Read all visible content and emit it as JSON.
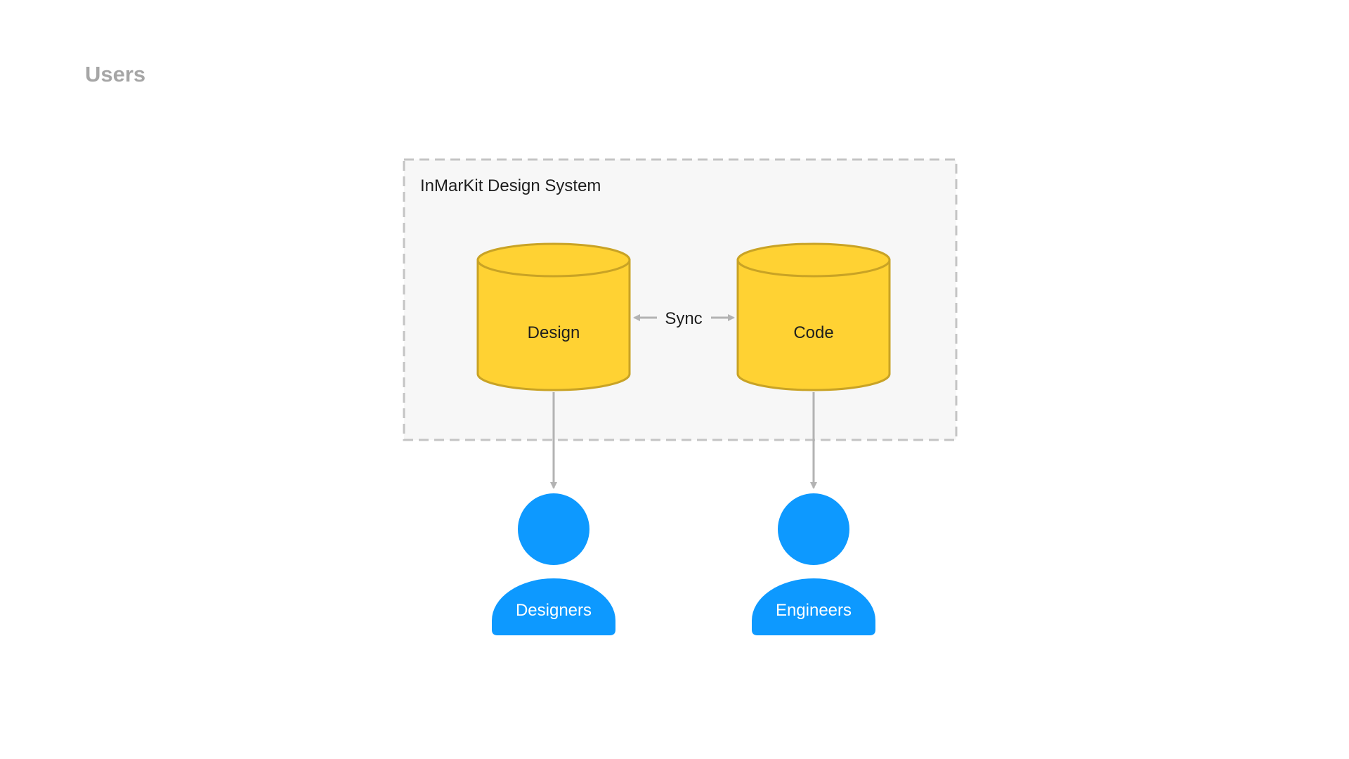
{
  "page": {
    "title": "Users"
  },
  "diagram": {
    "group_label": "InMarKit Design System",
    "nodes": {
      "design": "Design",
      "code": "Code",
      "designers": "Designers",
      "engineers": "Engineers"
    },
    "edges": {
      "sync_label": "Sync"
    }
  },
  "colors": {
    "database_fill": "#ffd233",
    "database_stroke": "#c9a325",
    "person_fill": "#0d99ff",
    "arrow": "#b3b3b3",
    "group_fill": "#f7f7f7",
    "group_border": "#c4c4c4",
    "title": "#a6a6a6"
  }
}
